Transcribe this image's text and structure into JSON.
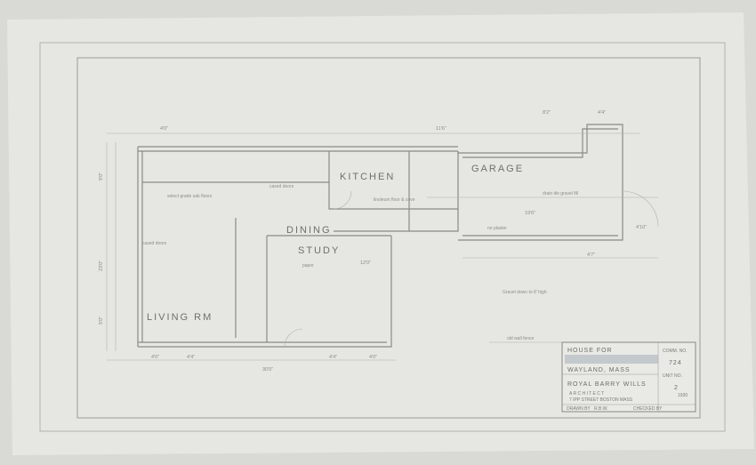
{
  "rooms": {
    "living": "LIVING RM",
    "dining": "DINING",
    "study": "STUDY",
    "kitchen": "KITCHEN",
    "garage": "GARAGE"
  },
  "notes": {
    "oak_floors": "select grade oak floors",
    "cornice_1": "cased doors",
    "cornice_2": "cased doors",
    "linoleum": "linoleum floor & cove",
    "no_plaster": "no plaster",
    "gravel": "Gravel down to 8' high",
    "fence": "old wall fence",
    "garage_fill": "drain tile gravel fill",
    "paper": "paper"
  },
  "dimensions": {
    "top_left": "4'0\"",
    "top_mid": "11'6\"",
    "top_right_1": "8'2\"",
    "top_right_2": "4'4\"",
    "left_1": "9'0\"",
    "left_2": "23'0\"",
    "left_3": "5'0\"",
    "bottom_1": "4'0\"",
    "bottom_2": "4'4\"",
    "bottom_3": "4'4\"",
    "bottom_4": "4'0\"",
    "bottom_total": "30'0\"",
    "study_w": "12'0\"",
    "garage_w": "19'6\"",
    "garage_d": "4'7\"",
    "garage_r": "4'10\""
  },
  "title_block": {
    "project": "HOUSE FOR",
    "location": "WAYLAND, MASS",
    "architect": "ROYAL BARRY WILLS",
    "architect_sub": "A R C H I T E C T",
    "address": "7 IPP STREET  BOSTON  MASS",
    "comm_label": "COMM. NO.",
    "comm_no": "724",
    "unit_label": "UNIT NO.",
    "unit_no": "2",
    "date": "1930",
    "drawn_label": "DRAWN BY",
    "drawn_by": "R.B.W.",
    "checked_label": "CHECKED BY"
  }
}
